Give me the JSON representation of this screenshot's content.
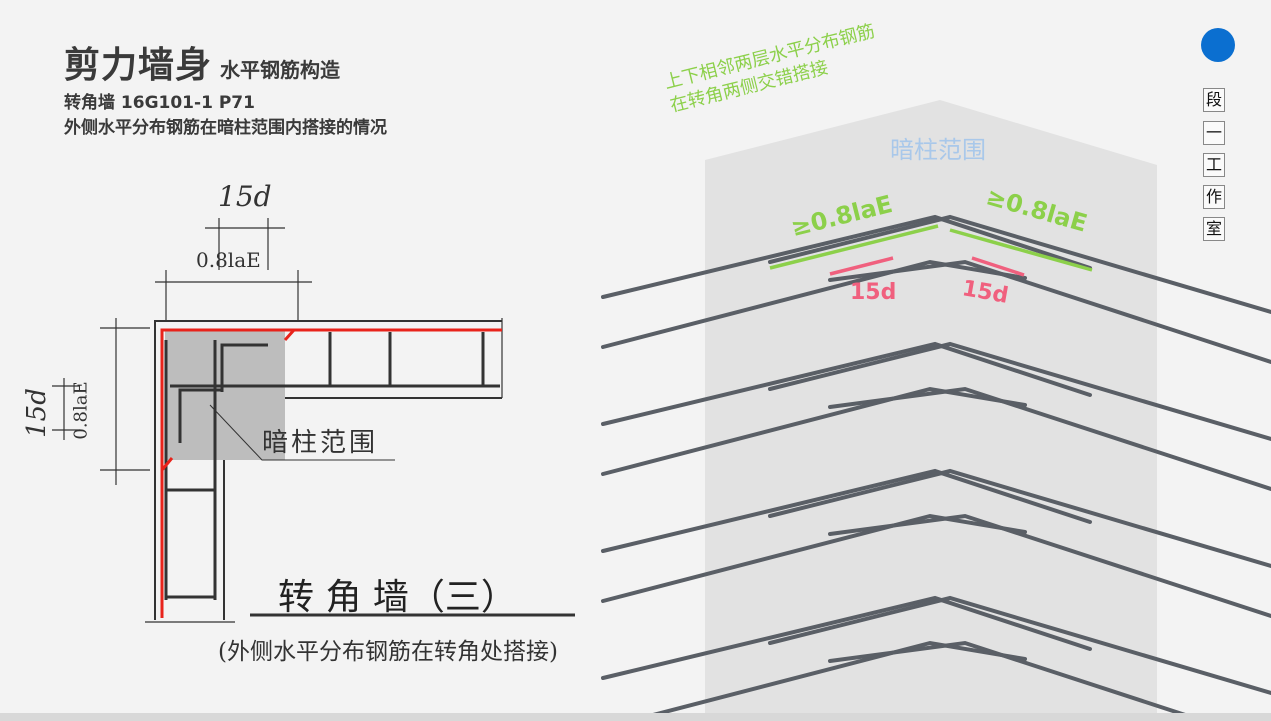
{
  "header": {
    "title": "剪力墙身",
    "subtitle": "水平钢筋构造",
    "reference": "转角墙  16G101-1  P71",
    "description": "外侧水平分布钢筋在暗柱范围内搭接的情况"
  },
  "logo": {
    "chars": [
      "段",
      "一",
      "工",
      "作",
      "室"
    ],
    "dot_color": "#0b6fd0"
  },
  "left_drawing": {
    "dim_top_15d": "15d",
    "dim_top_08lae": "0.8laE",
    "dim_side_15d": "15d",
    "dim_side_08lae": "0.8laE",
    "column_label": "暗柱范围",
    "caption": "转 角 墙（三）",
    "caption_note": "(外侧水平分布钢筋在转角处搭接)"
  },
  "right_diagram": {
    "note_line1": "上下相邻两层水平分布钢筋",
    "note_line2": "在转角两侧交错搭接",
    "column_label": "暗柱范围",
    "lap_left": "≥0.8laE",
    "lap_right": "≥0.8laE",
    "hook_left": "15d",
    "hook_right": "15d",
    "colors": {
      "green": "#8cd04a",
      "pink": "#f0607e",
      "column": "#e2e2e2",
      "label": "#a9c8ea"
    }
  }
}
